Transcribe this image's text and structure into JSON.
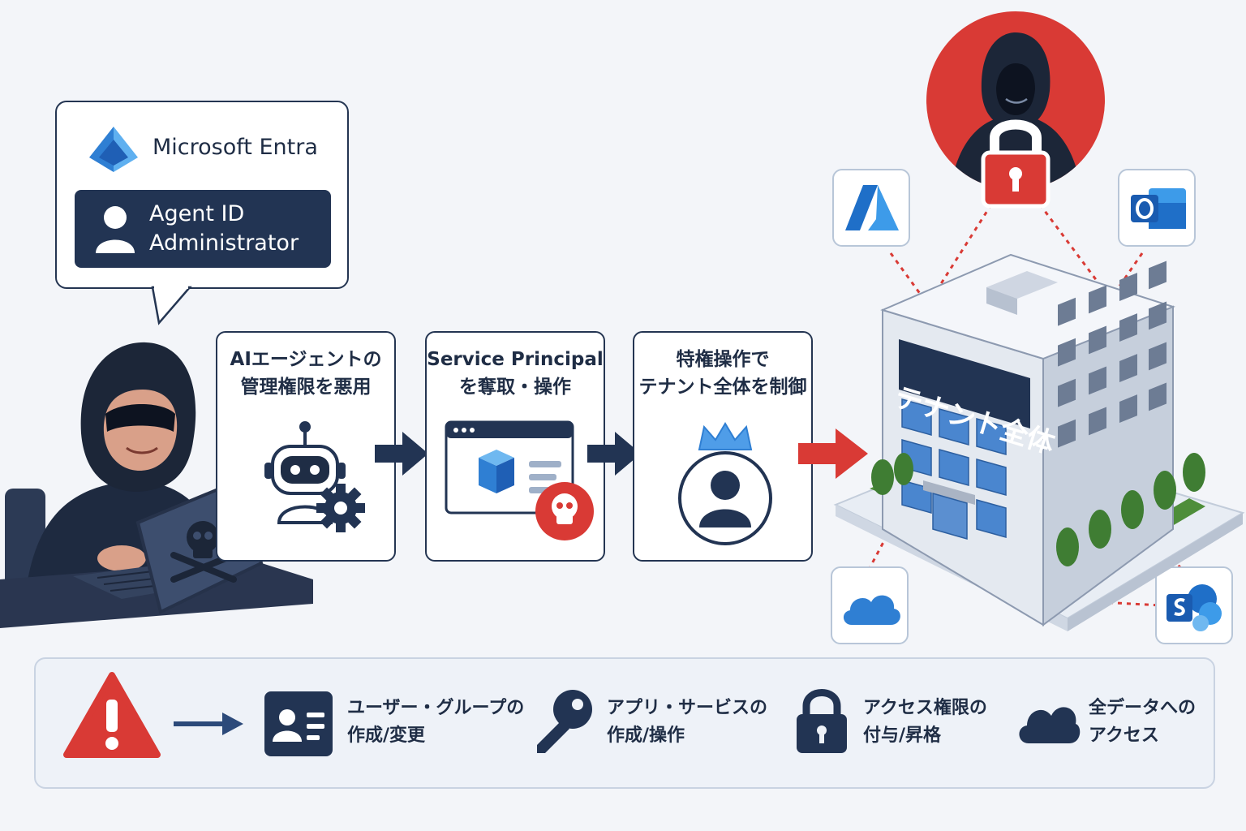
{
  "callout": {
    "brand": "Microsoft Entra",
    "role_line1": "Agent ID",
    "role_line2": "Administrator"
  },
  "steps": [
    {
      "line1": "AIエージェントの",
      "line2": "管理権限を悪用"
    },
    {
      "line1": "Service Principal",
      "line2": "を奪取・操作"
    },
    {
      "line1": "特権操作で",
      "line2": "テナント全体を制御"
    }
  ],
  "building": {
    "sign": "テナント全体"
  },
  "impacts": [
    {
      "line1": "ユーザー・グループの",
      "line2": "作成/変更",
      "icon": "id-card-icon"
    },
    {
      "line1": "アプリ・サービスの",
      "line2": "作成/操作",
      "icon": "key-icon"
    },
    {
      "line1": "アクセス権限の",
      "line2": "付与/昇格",
      "icon": "padlock-icon"
    },
    {
      "line1": "全データへの",
      "line2": "アクセス",
      "icon": "cloud-icon"
    }
  ],
  "colors": {
    "navy": "#223453",
    "danger": "#d93a35",
    "azure": "#2f7fd3",
    "background": "#f3f5f9"
  }
}
